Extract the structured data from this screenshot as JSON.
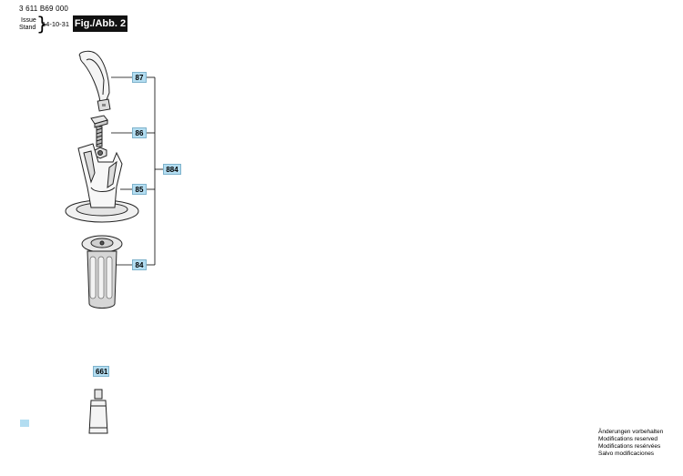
{
  "header": {
    "part_number": "3 611 B69 000",
    "issue_label": "Issue",
    "stand_label": "Stand",
    "brace": "}",
    "issue_date": "14-10-31",
    "figure_label": "Fig./Abb. 2"
  },
  "callouts": {
    "c87": "87",
    "c86": "86",
    "c85": "85",
    "c84": "84",
    "c884": "884",
    "c661": "661"
  },
  "disclaimer": [
    "Änderungen vorbehalten",
    "Modifications reserved",
    "Modifications resérvées",
    "Salvo modificaciones"
  ],
  "colors": {
    "callout_fill": "#b3ddf1",
    "figure_box": "#111111"
  }
}
